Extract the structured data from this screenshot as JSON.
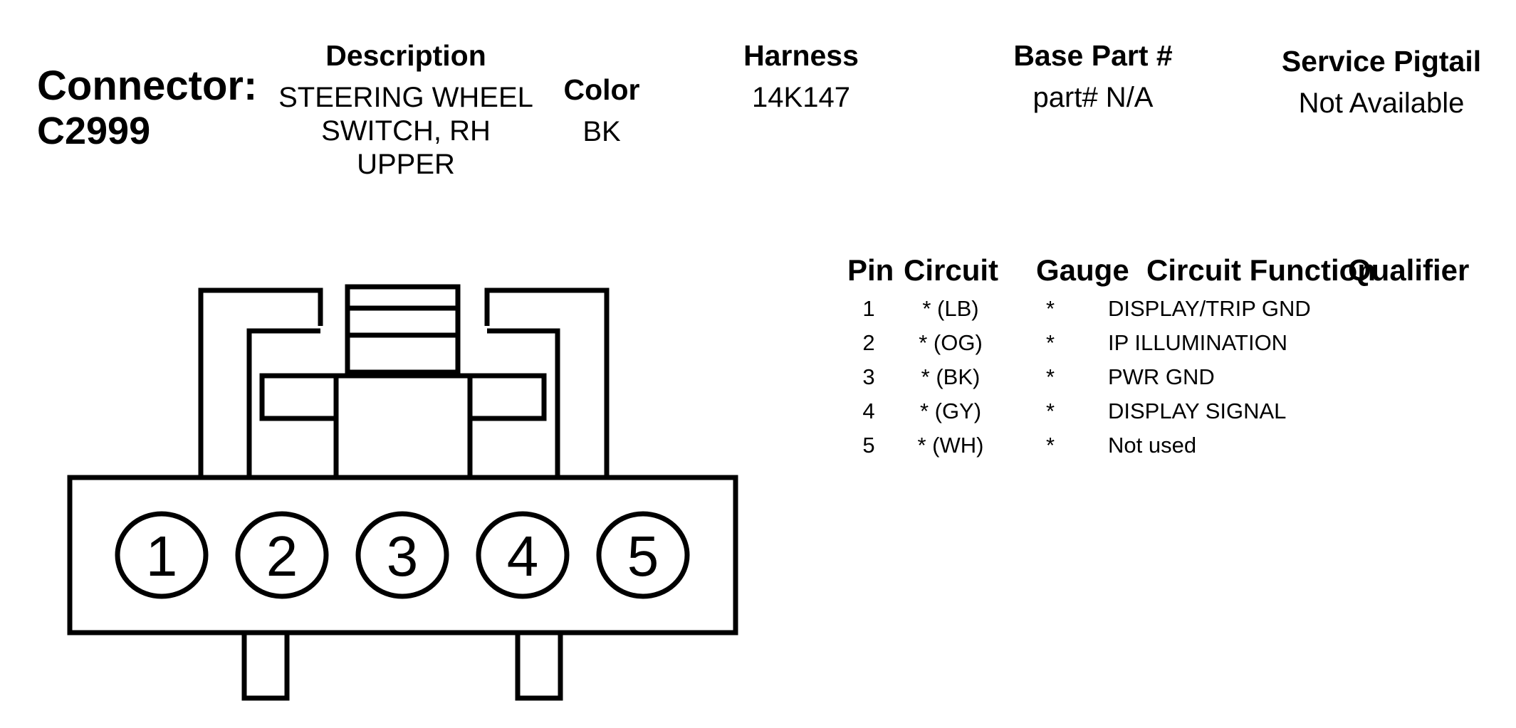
{
  "connector": {
    "label": "Connector:",
    "id": "C2999"
  },
  "columns": {
    "description": {
      "heading": "Description",
      "value_lines": [
        "STEERING WHEEL",
        "SWITCH, RH",
        "UPPER"
      ]
    },
    "color": {
      "heading": "Color",
      "value": "BK"
    },
    "harness": {
      "heading": "Harness",
      "value": "14K147"
    },
    "base_part": {
      "heading": "Base Part #",
      "value": "part# N/A"
    },
    "service_pigtail": {
      "heading": "Service Pigtail",
      "value": "Not Available"
    }
  },
  "pin_table": {
    "headers": {
      "pin": "Pin",
      "circuit": "Circuit",
      "gauge": "Gauge",
      "function": "Circuit Function",
      "qualifier": "Qualifier"
    },
    "rows": [
      {
        "pin": "1",
        "circuit": "* (LB)",
        "gauge": "*",
        "function": "DISPLAY/TRIP GND"
      },
      {
        "pin": "2",
        "circuit": "* (OG)",
        "gauge": "*",
        "function": "IP ILLUMINATION"
      },
      {
        "pin": "3",
        "circuit": "* (BK)",
        "gauge": "*",
        "function": "PWR GND"
      },
      {
        "pin": "4",
        "circuit": "* (GY)",
        "gauge": "*",
        "function": "DISPLAY SIGNAL"
      },
      {
        "pin": "5",
        "circuit": "* (WH)",
        "gauge": "*",
        "function": "Not used"
      }
    ]
  },
  "connector_face": {
    "pin_numbers": [
      "1",
      "2",
      "3",
      "4",
      "5"
    ]
  }
}
